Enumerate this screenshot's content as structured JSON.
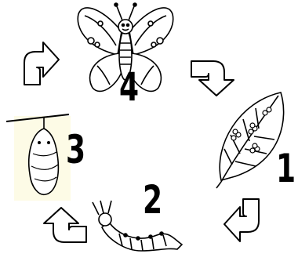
{
  "stages": [
    {
      "number": "1",
      "icon": "leaf-with-eggs-icon"
    },
    {
      "number": "2",
      "icon": "caterpillar-icon"
    },
    {
      "number": "3",
      "icon": "chrysalis-icon"
    },
    {
      "number": "4",
      "icon": "butterfly-icon"
    }
  ],
  "arrow_icon": "curved-arrow-icon",
  "colors": {
    "line": "#000000",
    "chrysalis_bg": "#fdfbe6",
    "background": "#ffffff"
  }
}
